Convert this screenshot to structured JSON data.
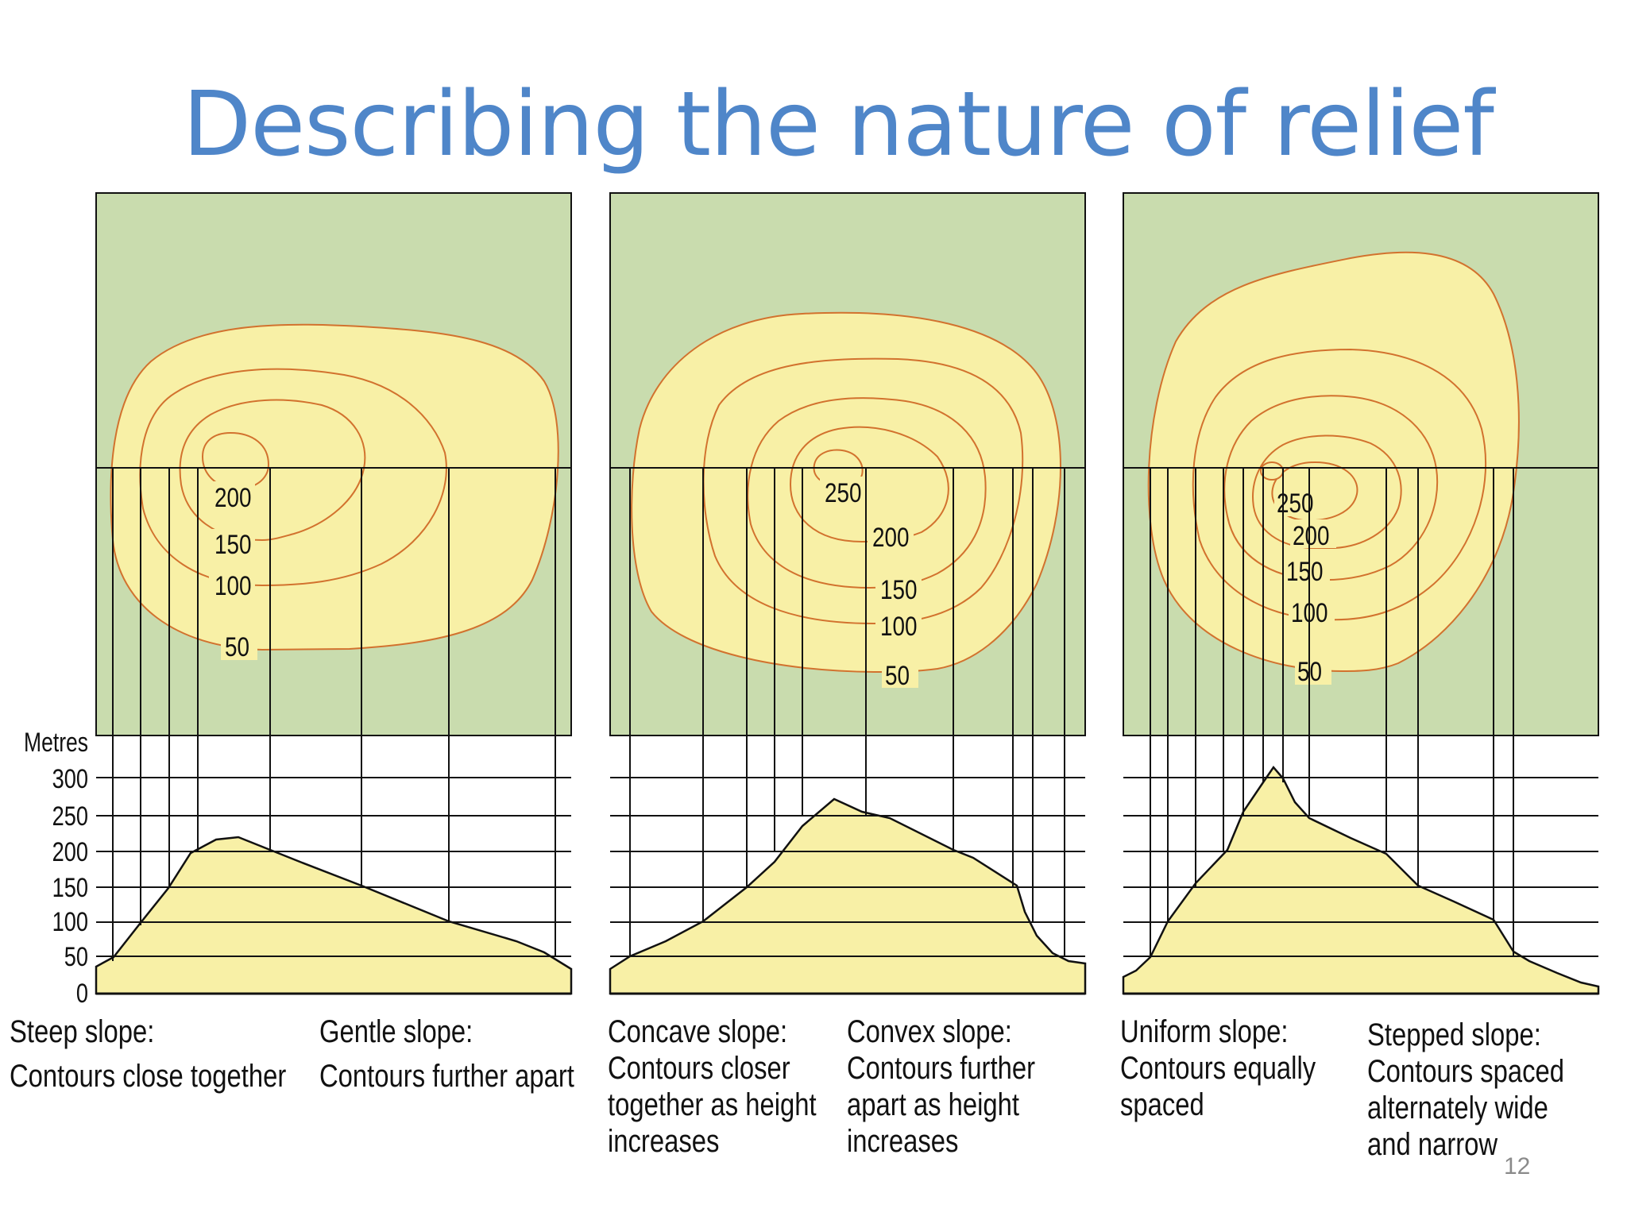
{
  "slide": {
    "title": "Describing the nature of relief",
    "page_number": "12"
  },
  "colors": {
    "title": "#4f86c9",
    "map_background": "#c9dcae",
    "hill_fill": "#f8f0a6",
    "contour_line": "#d2722e",
    "grid_line": "#111111"
  },
  "profile_axis": {
    "unit_label": "Metres",
    "ticks": [
      "300",
      "250",
      "200",
      "150",
      "100",
      "50",
      "0"
    ]
  },
  "panels": [
    {
      "id": "steep-gentle",
      "contour_labels": [
        "200",
        "150",
        "100",
        "50"
      ],
      "captions": [
        {
          "heading": "Steep slope:",
          "lines": [
            "Contours close together"
          ]
        },
        {
          "heading": "Gentle slope:",
          "lines": [
            "Contours further apart"
          ]
        }
      ]
    },
    {
      "id": "concave-convex",
      "contour_labels": [
        "250",
        "200",
        "150",
        "100",
        "50"
      ],
      "captions": [
        {
          "heading": "Concave slope:",
          "lines": [
            "Contours closer",
            "together as height",
            "increases"
          ]
        },
        {
          "heading": "Convex slope:",
          "lines": [
            "Contours further",
            "apart as height",
            "increases"
          ]
        }
      ]
    },
    {
      "id": "uniform-stepped",
      "contour_labels": [
        "250",
        "200",
        "150",
        "100",
        "50"
      ],
      "captions": [
        {
          "heading": "Uniform slope:",
          "lines": [
            "Contours equally",
            "spaced"
          ]
        },
        {
          "heading": "Stepped slope:",
          "lines": [
            "Contours spaced",
            "alternately wide",
            "and narrow"
          ]
        }
      ]
    }
  ]
}
